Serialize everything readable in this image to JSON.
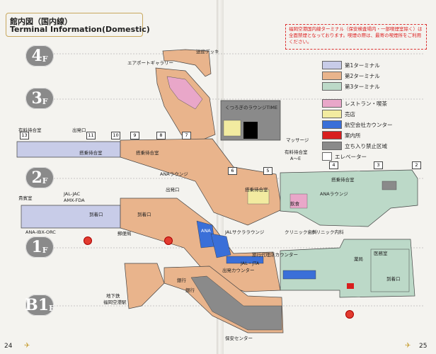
{
  "header": {
    "title_jp": "館内図（国内線）",
    "title_en": "Terminal Information(Domestic)"
  },
  "notice": "福岡空港国内線ターミナル（保安検査場内・一部喫煙室除く）は全面禁煙となっております。喫煙の際は、最寄の喫煙所をご利用ください。",
  "floors": {
    "f4": "4",
    "f3": "3",
    "f2": "2",
    "f1": "1",
    "b1": "B1",
    "unit": "F"
  },
  "labels": {
    "deck": "送迎デッキ",
    "gallery": "エアポートギャラリー",
    "lounge_time": "くつろぎのラウンジTIME",
    "massage": "マッサージ",
    "paid_waiting": "有料待合室",
    "paid_waiting_sub": "A～E",
    "waiting_13": "有料待合室",
    "departure_gate": "出発口",
    "boarding_wait": "搭乗待合室",
    "boarding_wait2": "搭乗待合室",
    "boarding_wait3": "搭乗待合室",
    "boarding_wait4": "搭乗待合室",
    "ana_lounge": "ANAラウンジ",
    "ana_lounge2": "ANAラウンジ",
    "departure_exit": "出発口",
    "vip_room": "貴賓室",
    "jal_jac": "JAL-JAC",
    "amx_fda": "AMX-FDA",
    "ana_ibx": "ANA-IBX-ORC",
    "baggage_claim": "到着口",
    "baggage_claim2": "到着口",
    "jal_sakura": "JALサクララウンジ",
    "clinic1": "クリニック歯科",
    "clinic2": "クリニック内科",
    "jal_jta": "JAL・JTA",
    "travel_counter": "旅行代理店カウンター",
    "departure_counter": "出発カウンター",
    "ana_counter": "ANA",
    "bank1": "銀行",
    "bank2": "銀行",
    "subway": "地下鉄",
    "subway_station": "福岡空港駅",
    "security": "保安センター",
    "pharmacy": "薬局",
    "arrival_hall": "到着口",
    "medical": "医務室",
    "restaurant": "飲食",
    "mail": "郵便局"
  },
  "gates": [
    "13",
    "11",
    "10",
    "9",
    "8",
    "7",
    "6",
    "5",
    "4",
    "3",
    "2"
  ],
  "legend": [
    {
      "label": "第1ターミナル",
      "color": "#c8cce8"
    },
    {
      "label": "第2ターミナル",
      "color": "#e9b48c"
    },
    {
      "label": "第3ターミナル",
      "color": "#bcd9c8"
    },
    {
      "label": "レストラン・喫茶",
      "color": "#e9a7c9"
    },
    {
      "label": "売店",
      "color": "#f2eba0"
    },
    {
      "label": "航空会社カウンター",
      "color": "#3a6fd8"
    },
    {
      "label": "案内所",
      "color": "#d81e1e"
    },
    {
      "label": "立ち入り禁止区域",
      "color": "#8a8a8a"
    },
    {
      "label": "エレベーター",
      "color": "#ffffff"
    }
  ],
  "pages": {
    "left": "24",
    "right": "25"
  }
}
